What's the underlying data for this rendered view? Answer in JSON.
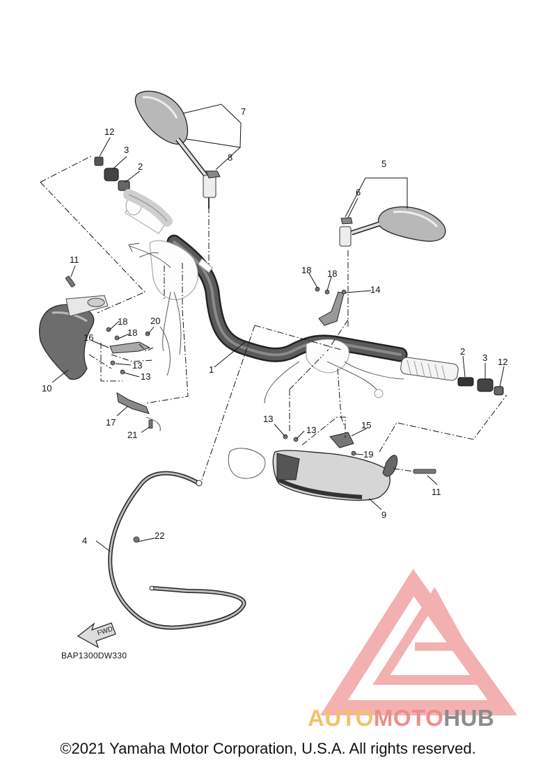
{
  "diagram": {
    "code": "BAP1300DW330",
    "fwd_label": "FWD",
    "callouts": {
      "c1": "1",
      "c2a": "2",
      "c2b": "2",
      "c3a": "3",
      "c3b": "3",
      "c4": "4",
      "c5": "5",
      "c6": "6",
      "c7": "7",
      "c8": "8",
      "c9": "9",
      "c10": "10",
      "c11a": "11",
      "c11b": "11",
      "c12a": "12",
      "c12b": "12",
      "c13a": "13",
      "c13b": "13",
      "c13c": "13",
      "c13d": "13",
      "c14": "14",
      "c15": "15",
      "c16": "16",
      "c17": "17",
      "c18a": "18",
      "c18b": "18",
      "c18c": "18",
      "c18d": "18",
      "c19": "19",
      "c20": "20",
      "c21": "21",
      "c22": "22"
    }
  },
  "watermark": {
    "part1": "AUTO",
    "part2": "MOTO",
    "part3": "HUB",
    "color1": "#f4c06a",
    "color2": "#f08c8c",
    "color3": "#8c8c8c",
    "triangle_color": "#f2a3a3"
  },
  "copyright": "©2021 Yamaha Motor Corporation, U.S.A. All rights reserved."
}
